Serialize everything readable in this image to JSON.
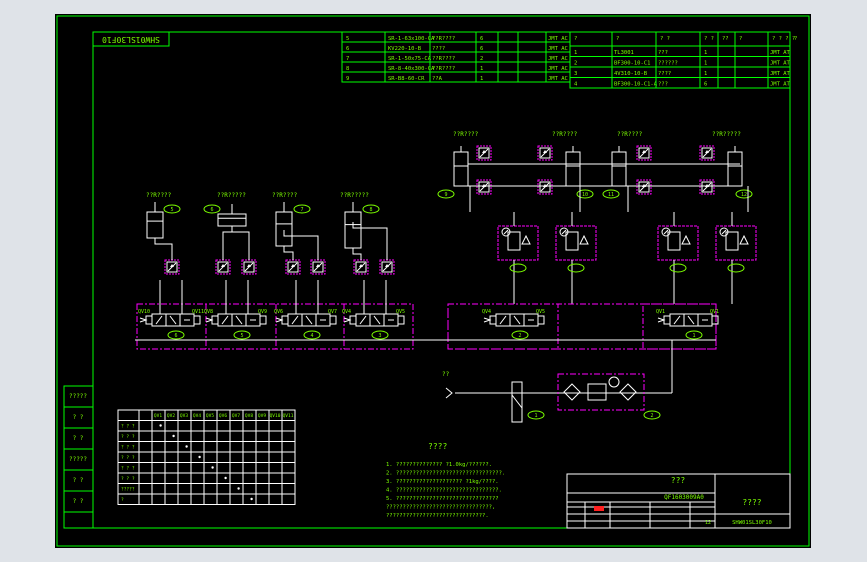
{
  "title_block": {
    "drawing_code": "SHW01SL30F10",
    "drawing_name": "???",
    "subtitle": "QF1603009A0",
    "company": "????",
    "scale_label": "12",
    "sheet_code": "SHW01SL30F10"
  },
  "parts_table_left": {
    "rows": [
      {
        "no": "5",
        "code": "SR-1-63x100-CA",
        "name": "??R????",
        "qty": "6",
        "material": "",
        "note": "JMT AC"
      },
      {
        "no": "6",
        "code": "KV220-10-B",
        "name": "????",
        "qty": "6",
        "material": "",
        "note": "JMT AC"
      },
      {
        "no": "7",
        "code": "SR-1-50x75-CA",
        "name": "??R????",
        "qty": "2",
        "material": "",
        "note": "JMT AC"
      },
      {
        "no": "8",
        "code": "SR-8-40x300-CA",
        "name": "??R????",
        "qty": "1",
        "material": "",
        "note": "JMT AC"
      },
      {
        "no": "9",
        "code": "SR-B8-60-CR",
        "name": "??A",
        "qty": "1",
        "material": "",
        "note": "JMT AC"
      }
    ]
  },
  "parts_table_right": {
    "header": [
      "?",
      "?",
      "? ?",
      "? ?",
      "??",
      "?",
      "? ? ? ?",
      "?"
    ],
    "rows": [
      {
        "no": "1",
        "code": "TL3001",
        "name": "???",
        "qty": "1",
        "note": "JMT AT"
      },
      {
        "no": "2",
        "code": "BF300-10-C1",
        "name": "??????",
        "qty": "1",
        "note": "JMT AT"
      },
      {
        "no": "3",
        "code": "4V310-10-B",
        "name": "????",
        "qty": "1",
        "note": "JMT AT"
      },
      {
        "no": "4",
        "code": "BF300-10-C1-A",
        "name": "???",
        "qty": "6",
        "note": "JMT AT"
      }
    ]
  },
  "cylinders_left": [
    {
      "label": "??R????",
      "tag": "5"
    },
    {
      "label": "??R?????",
      "tag": "6"
    },
    {
      "label": "??R????",
      "tag": "7"
    },
    {
      "label": "??R?????",
      "tag": "8"
    }
  ],
  "cylinders_right": [
    {
      "label": "??R????",
      "tag": "9"
    },
    {
      "label": "??R????",
      "tag": "10"
    },
    {
      "label": "??R????",
      "tag": "11"
    },
    {
      "label": "??R?????",
      "tag": "12"
    }
  ],
  "valve_labels": [
    "QV10",
    "QV11",
    "QV8",
    "QV9",
    "QV6",
    "QV7",
    "QV4",
    "QV5",
    "QV2",
    "QV3",
    "QV1",
    "QV1"
  ],
  "valve_tags": [
    "6",
    "5",
    "4",
    "3",
    "2",
    "1"
  ],
  "air_source_label": "??",
  "component_tags": {
    "filter": "1",
    "frl": "2"
  },
  "notes": {
    "title": "????",
    "lines": [
      "1. ?????????????? ?1.0kg/??????.",
      "2. ????????????????????????????????.",
      "3. ???????????????????? ?1kg/????.",
      "4. ???????????????????????????????.",
      "5. ???????????????????????????????",
      "   ????????????????????????????????,",
      "   ??????????????????????????????."
    ]
  },
  "sequence_table": {
    "header": [
      "",
      "",
      "QV1",
      "QV2",
      "QV3",
      "QV4",
      "QV5",
      "QV6",
      "QV7",
      "QV8",
      "QV9",
      "QV10",
      "QV11"
    ],
    "rows": [
      "? ? ?",
      "? ? ?",
      "? ? ?",
      "? ? ?",
      "? ? ?",
      "? ? ?",
      "?????",
      "?"
    ]
  },
  "left_strip": [
    "?????",
    "? ?",
    "? ?",
    "?????",
    "? ?",
    "? ?"
  ],
  "colors": {
    "background": "#000000",
    "frame": "#00ff00",
    "text": "#7cff00",
    "box": "#ff00ff",
    "line": "#ffffff",
    "accent": "#ff2020"
  }
}
